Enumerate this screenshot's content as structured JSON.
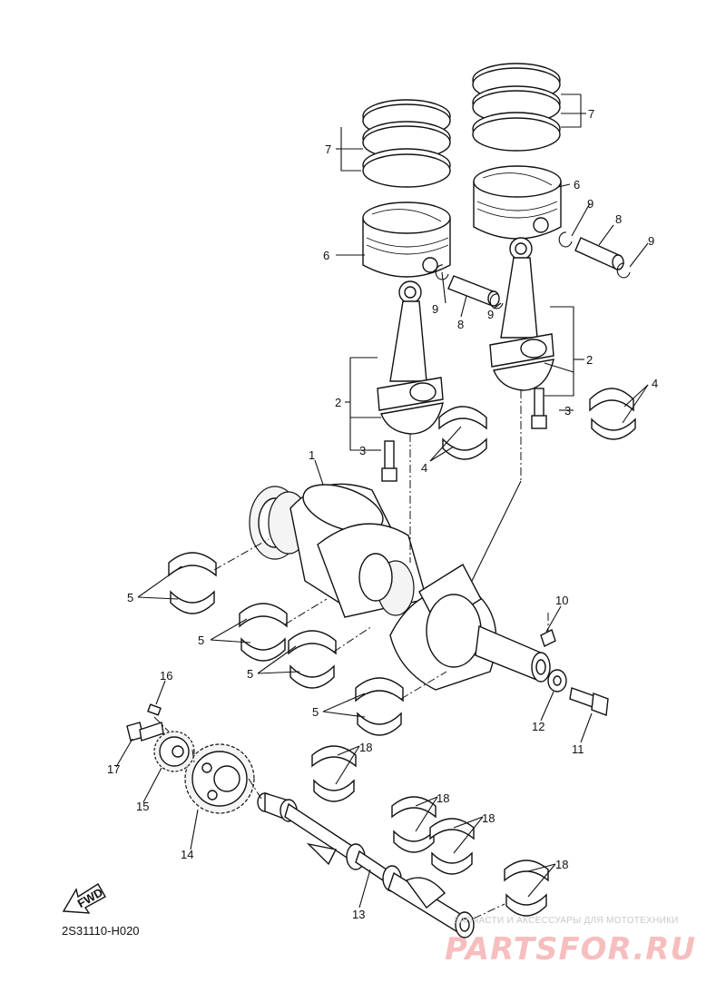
{
  "diagram": {
    "code": "2S31110-H020",
    "fwd_label": "FWD",
    "watermark_small": "ЗАПЧАСТИ И АКСЕССУАРЫ ДЛЯ МОТОТЕХНИКИ",
    "watermark_big": "PARTSFOR.RU",
    "callouts": {
      "c1": "1",
      "c2a": "2",
      "c2b": "2",
      "c3a": "3",
      "c3b": "3",
      "c4a": "4",
      "c4b": "4",
      "c5a": "5",
      "c5b": "5",
      "c5c": "5",
      "c5d": "5",
      "c6a": "6",
      "c6b": "6",
      "c7a": "7",
      "c7b": "7",
      "c8a": "8",
      "c8b": "8",
      "c9a": "9",
      "c9b": "9",
      "c9c": "9",
      "c9d": "9",
      "c10": "10",
      "c11": "11",
      "c12": "12",
      "c13": "13",
      "c14": "14",
      "c15": "15",
      "c16": "16",
      "c17": "17",
      "c18a": "18",
      "c18b": "18",
      "c18c": "18",
      "c18d": "18"
    }
  }
}
